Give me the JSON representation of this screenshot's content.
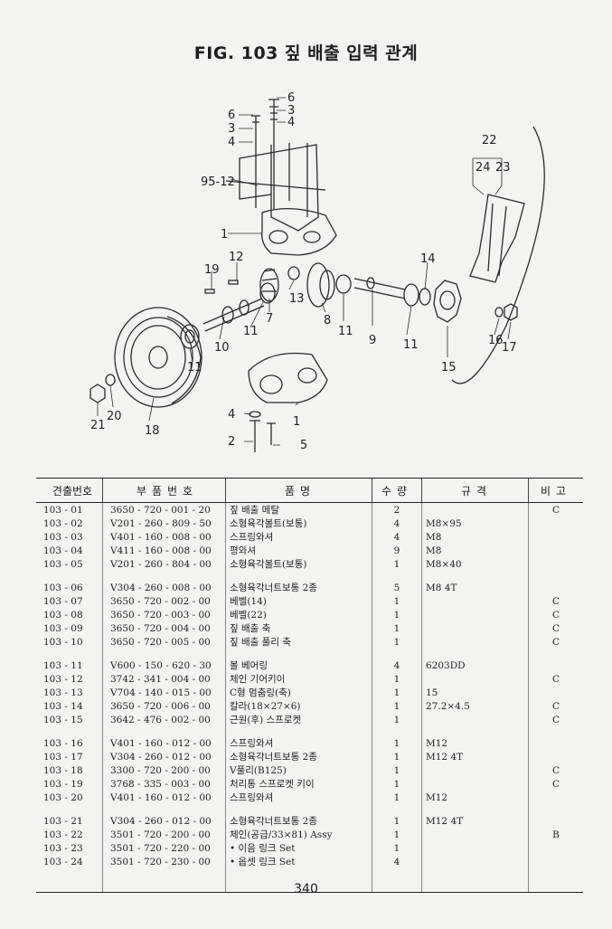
{
  "title": "FIG. 103 짚 배출 입력 관계",
  "callouts": [
    "6",
    "3",
    "4",
    "6",
    "3",
    "4",
    "22",
    "24",
    "23",
    "95-12",
    "1",
    "12",
    "19",
    "13",
    "7",
    "8",
    "11",
    "9",
    "11",
    "14",
    "15",
    "16",
    "17",
    "10",
    "11",
    "11",
    "18",
    "20",
    "21",
    "4",
    "1",
    "2",
    "5"
  ],
  "table": {
    "headers": [
      "견출번호",
      "부품번호",
      "품명",
      "수량",
      "규격",
      "비고"
    ],
    "groups": [
      [
        {
          "idx": "103 - 01",
          "part": "3650 - 720 - 001 - 20",
          "name": "짚 배출 메탈",
          "qty": "2",
          "spec": "",
          "note": "C"
        },
        {
          "idx": "103 - 02",
          "part": "V201 - 260 - 809 - 50",
          "name": "소형육각볼트(보통)",
          "qty": "4",
          "spec": "M8×95",
          "note": ""
        },
        {
          "idx": "103 - 03",
          "part": "V401 - 160 - 008 - 00",
          "name": "스프링와셔",
          "qty": "4",
          "spec": "M8",
          "note": ""
        },
        {
          "idx": "103 - 04",
          "part": "V411 - 160 - 008 - 00",
          "name": "평와셔",
          "qty": "9",
          "spec": "M8",
          "note": ""
        },
        {
          "idx": "103 - 05",
          "part": "V201 - 260 - 804 - 00",
          "name": "소형육각볼트(보통)",
          "qty": "1",
          "spec": "M8×40",
          "note": ""
        }
      ],
      [
        {
          "idx": "103 - 06",
          "part": "V304 - 260 - 008 - 00",
          "name": "소형육각너트보통 2종",
          "qty": "5",
          "spec": "M8 4T",
          "note": ""
        },
        {
          "idx": "103 - 07",
          "part": "3650 - 720 - 002 - 00",
          "name": "베벨(14)",
          "qty": "1",
          "spec": "",
          "note": "C"
        },
        {
          "idx": "103 - 08",
          "part": "3650 - 720 - 003 - 00",
          "name": "베벨(22)",
          "qty": "1",
          "spec": "",
          "note": "C"
        },
        {
          "idx": "103 - 09",
          "part": "3650 - 720 - 004 - 00",
          "name": "짚 배출 축",
          "qty": "1",
          "spec": "",
          "note": "C"
        },
        {
          "idx": "103 - 10",
          "part": "3650 - 720 - 005 - 00",
          "name": "짚 배출 풀리 축",
          "qty": "1",
          "spec": "",
          "note": "C"
        }
      ],
      [
        {
          "idx": "103 - 11",
          "part": "V600 - 150 - 620 - 30",
          "name": "볼 베어링",
          "qty": "4",
          "spec": "6203DD",
          "note": ""
        },
        {
          "idx": "103 - 12",
          "part": "3742 - 341 - 004 - 00",
          "name": "체인 기어키이",
          "qty": "1",
          "spec": "",
          "note": "C"
        },
        {
          "idx": "103 - 13",
          "part": "V704 - 140 - 015 - 00",
          "name": "C형 멈춤링(축)",
          "qty": "1",
          "spec": "15",
          "note": ""
        },
        {
          "idx": "103 - 14",
          "part": "3650 - 720 - 006 - 00",
          "name": "칼라(18×27×6)",
          "qty": "1",
          "spec": "27.2×4.5",
          "note": "C"
        },
        {
          "idx": "103 - 15",
          "part": "3642 - 476 - 002 - 00",
          "name": "근원(후) 스프로켓",
          "qty": "1",
          "spec": "",
          "note": "C"
        }
      ],
      [
        {
          "idx": "103 - 16",
          "part": "V401 - 160 - 012 - 00",
          "name": "스프링와셔",
          "qty": "1",
          "spec": "M12",
          "note": ""
        },
        {
          "idx": "103 - 17",
          "part": "V304 - 260 - 012 - 00",
          "name": "소형육각너트보통 2종",
          "qty": "1",
          "spec": "M12 4T",
          "note": ""
        },
        {
          "idx": "103 - 18",
          "part": "3300 - 720 - 200 - 00",
          "name": "V풀리(B125)",
          "qty": "1",
          "spec": "",
          "note": "C"
        },
        {
          "idx": "103 - 19",
          "part": "3768 - 335 - 003 - 00",
          "name": "처리통 스프로켓 키이",
          "qty": "1",
          "spec": "",
          "note": "C"
        },
        {
          "idx": "103 - 20",
          "part": "V401 - 160 - 012 - 00",
          "name": "스프링와셔",
          "qty": "1",
          "spec": "M12",
          "note": ""
        }
      ],
      [
        {
          "idx": "103 - 21",
          "part": "V304 - 260 - 012 - 00",
          "name": "소형육각너트보통 2종",
          "qty": "1",
          "spec": "M12 4T",
          "note": ""
        },
        {
          "idx": "103 - 22",
          "part": "3501 - 720 - 200 - 00",
          "name": "체인(공급/33×81) Assy",
          "qty": "1",
          "spec": "",
          "note": "B"
        },
        {
          "idx": "103 - 23",
          "part": "3501 - 720 - 220 - 00",
          "name": "• 이음 링크 Set",
          "qty": "1",
          "spec": "",
          "note": ""
        },
        {
          "idx": "103 - 24",
          "part": "3501 - 720 - 230 - 00",
          "name": "• 옵셋 링크 Set",
          "qty": "4",
          "spec": "",
          "note": ""
        }
      ]
    ]
  },
  "page_number": "340"
}
